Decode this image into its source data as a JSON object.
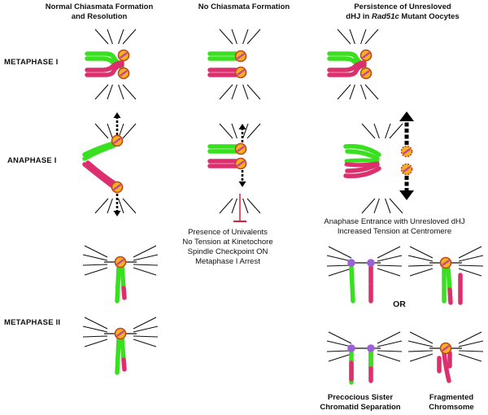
{
  "headers": {
    "col1": [
      "Normal Chiasmata Formation",
      "and Resolution"
    ],
    "col2": "No Chiasmata Formation",
    "col3_line1": "Persistence of Unresloved",
    "col3_line2_pre": "dHJ in ",
    "col3_line2_italic": "Rad51c",
    "col3_line2_post": " Mutant Oocytes"
  },
  "stages": {
    "metaphase1": "METAPHASE I",
    "anaphase1": "ANAPHASE I",
    "metaphase2": "METAPHASE II"
  },
  "arrest_notes": [
    "Presence of Univalents",
    "No Tension at Kinetochore",
    "Spindle Checkpoint ON",
    "Metaphase I Arrest"
  ],
  "anaphase_entrance": [
    "Anaphase Entrance with Unresloved dHJ",
    "Increased Tension at Centromere"
  ],
  "or_label": "OR",
  "outcomes": {
    "precocious": [
      "Precocious Sister",
      "Chromatid Separation"
    ],
    "fragmented": [
      "Fragmented",
      "Chromsome"
    ]
  },
  "colors": {
    "green": "#38e01f",
    "magenta": "#dc2f6d",
    "centromere_fill": "#f5b21e",
    "centromere_ring": "#c3451d",
    "kinetochore": "#9b5fd6",
    "spindle": "#111111",
    "inhibit": "#e01e3c"
  }
}
